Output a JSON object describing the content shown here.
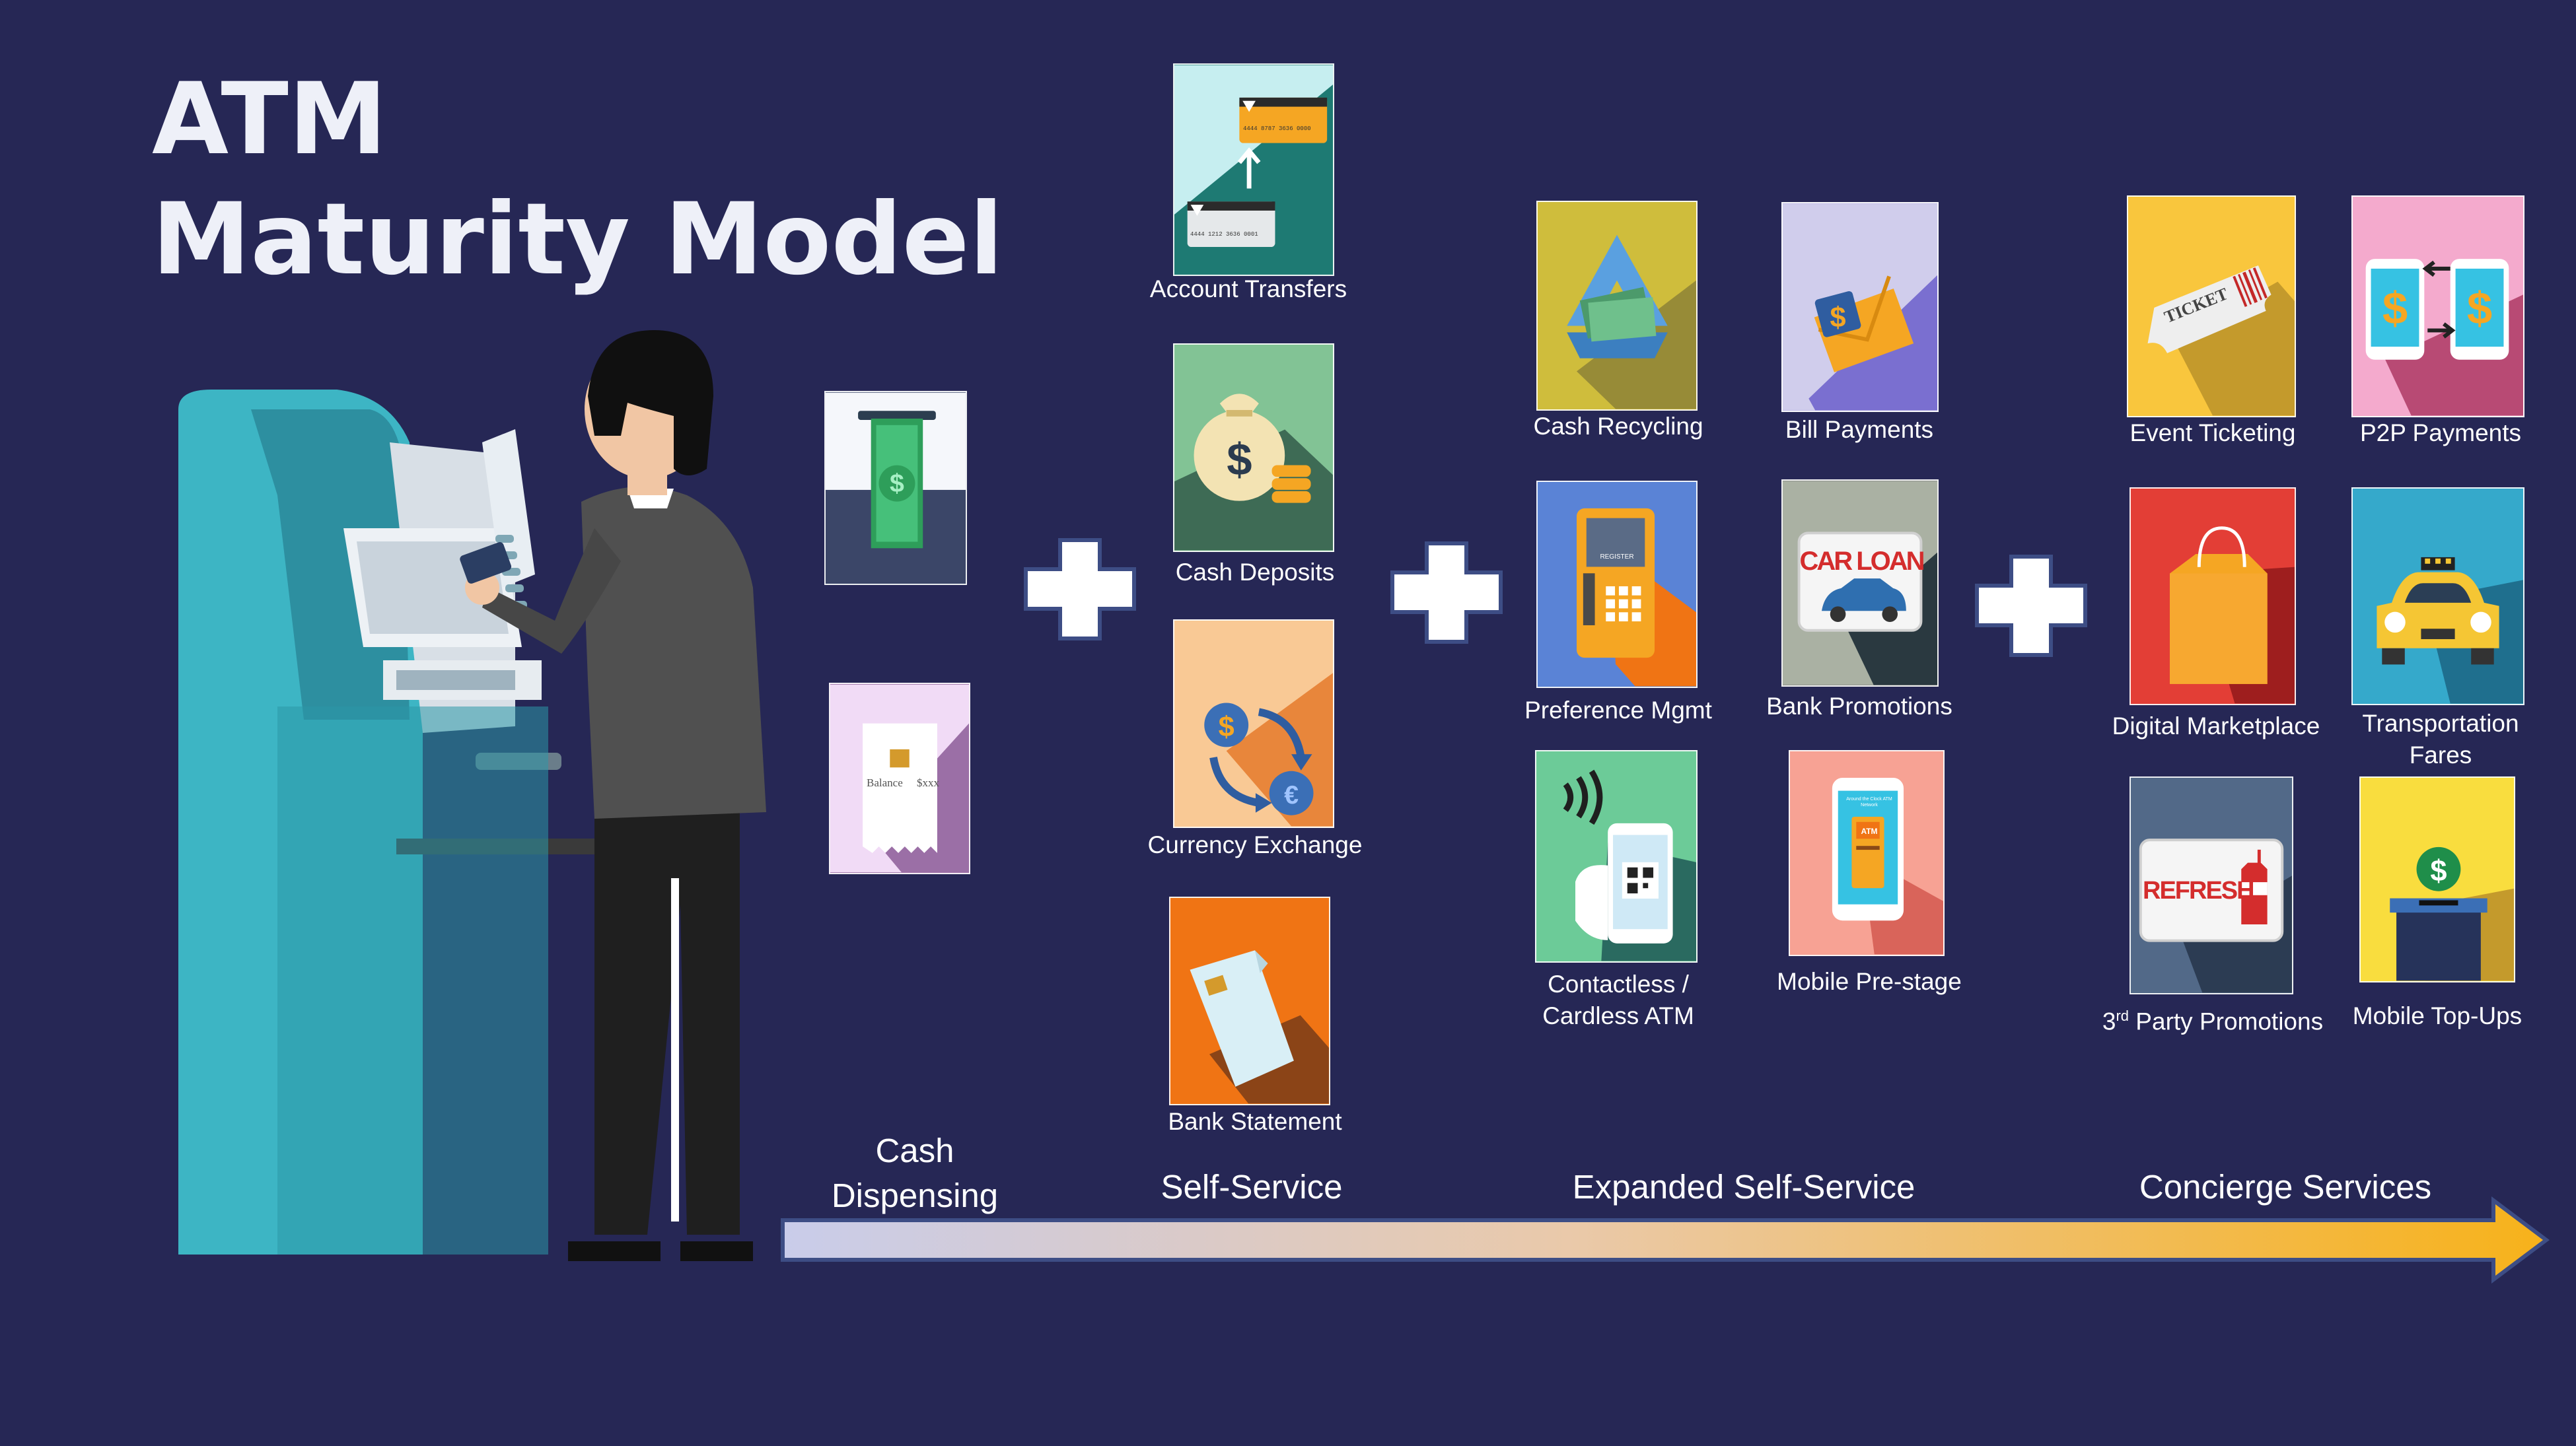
{
  "title": {
    "line1": "ATM",
    "line2": "Maturity Model"
  },
  "stages": [
    {
      "label_line1": "Cash",
      "label_line2": "Dispensing"
    },
    {
      "label": "Self-Service"
    },
    {
      "label": "Expanded Self-Service"
    },
    {
      "label": "Concierge Services"
    }
  ],
  "self_service": [
    {
      "label": "Account Transfers",
      "card_top": "4444 8787 3636 0000",
      "card_bottom": "4444 1212 3636 0001"
    },
    {
      "label": "Cash Deposits"
    },
    {
      "label": "Currency Exchange"
    },
    {
      "label": "Bank Statement"
    }
  ],
  "expanded_self_service": [
    {
      "label": "Cash Recycling"
    },
    {
      "label": "Bill Payments"
    },
    {
      "label": "Preference Mgmt",
      "screen_text": "REGISTER"
    },
    {
      "label": "Bank Promotions",
      "sign_text": "CAR LOAN"
    },
    {
      "label_line1": "Contactless /",
      "label_line2": "Cardless ATM"
    },
    {
      "label": "Mobile Pre-stage",
      "phone_text": "Around the Clock ATM Network",
      "atm_text": "ATM"
    }
  ],
  "concierge_services": [
    {
      "label": "Event Ticketing",
      "ticket_text": "TICKET"
    },
    {
      "label": "P2P Payments"
    },
    {
      "label": "Digital Marketplace"
    },
    {
      "label_line1": "Transportation",
      "label_line2": "Fares"
    },
    {
      "label_prefix": "3",
      "label_sup": "rd",
      "label_rest": " Party Promotions",
      "sign_text": "REFRESH"
    },
    {
      "label": "Mobile Top-Ups"
    }
  ],
  "receipt": {
    "balance_text": "Balance",
    "amount_text": "$xxx"
  },
  "colors": {
    "background": "#262755",
    "arrow_start": "#c9ccea",
    "arrow_end": "#f7b21a"
  }
}
